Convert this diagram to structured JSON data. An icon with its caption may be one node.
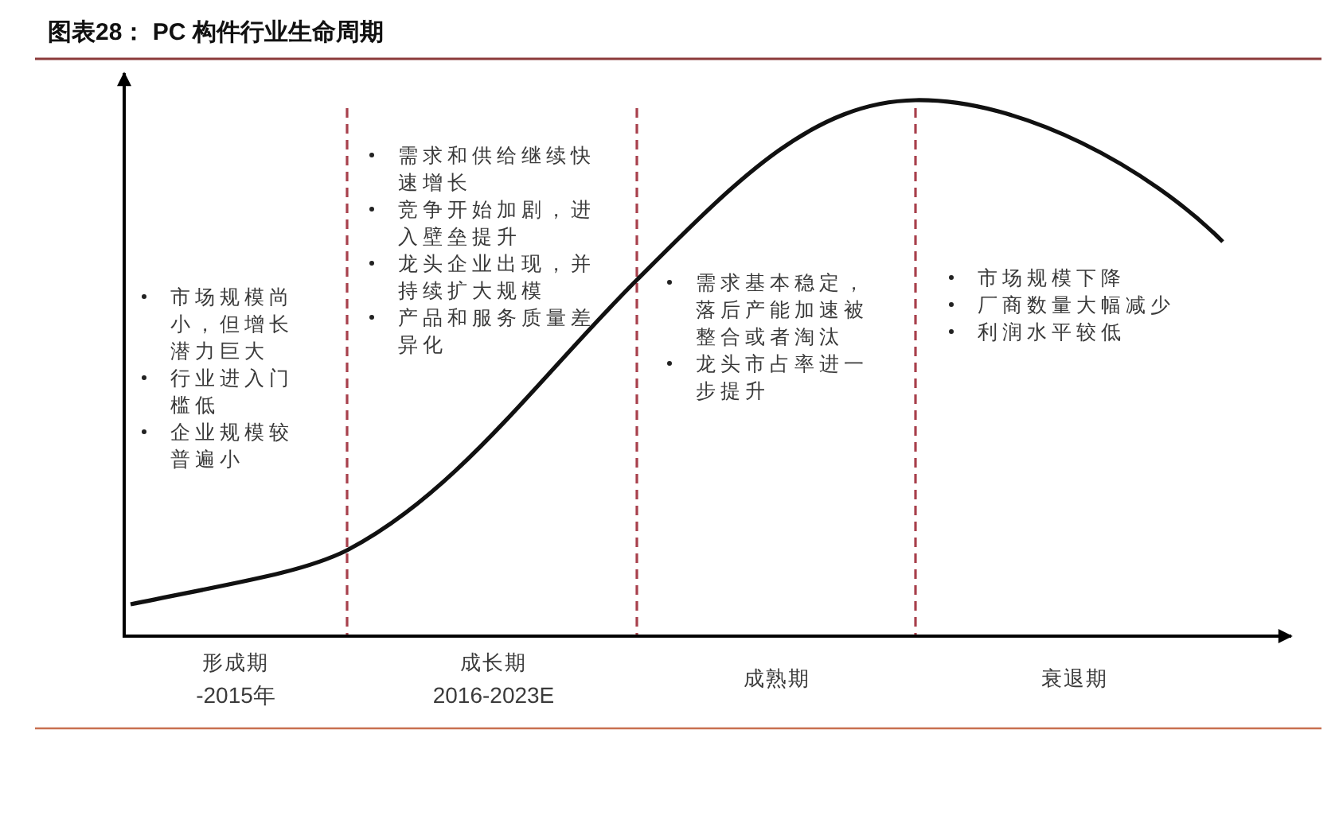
{
  "diagram": {
    "title": "图表28： PC 构件行业生命周期",
    "labels": [
      "市场规模尚小，但增长潜力巨大",
      "行业进入门槛低",
      "企业规模较普遍小",
      "需求和供给继续快速增长",
      "竞争开始加剧，进入壁垒提升",
      "龙头企业出现，并持续扩大规模",
      "产品和服务质量差异化",
      "需求基本稳定，落后产能加速被整合或者淘汰",
      "龙头市占率进一步提升",
      "市场规模下降",
      "厂商数量大幅减少",
      "利润水平较低",
      "形成期",
      "-2015年",
      "成长期",
      "2016-2023E",
      "成熟期",
      "衰退期"
    ]
  }
}
